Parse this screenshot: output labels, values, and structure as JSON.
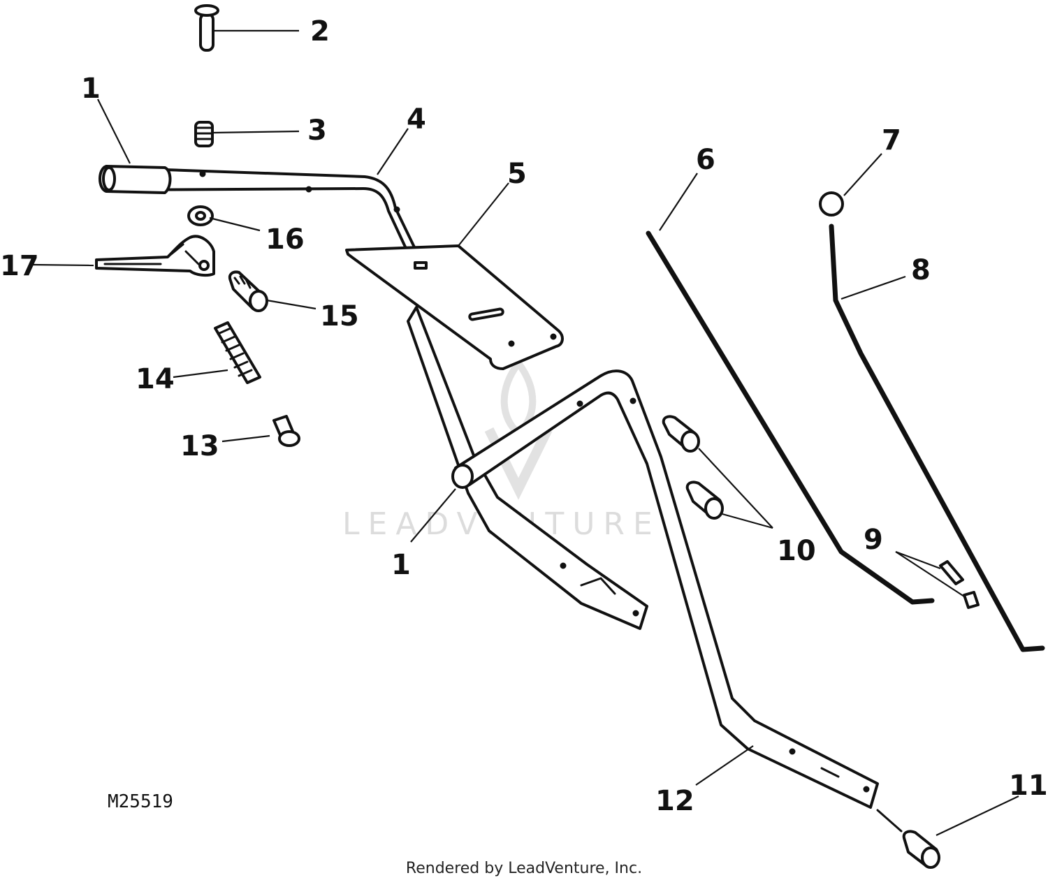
{
  "diagram": {
    "callouts": {
      "c1_top": "1",
      "c1_mid": "1",
      "c2": "2",
      "c3": "3",
      "c4": "4",
      "c5": "5",
      "c6": "6",
      "c7": "7",
      "c8": "8",
      "c9": "9",
      "c10": "10",
      "c11": "11",
      "c12": "12",
      "c13": "13",
      "c14": "14",
      "c15": "15",
      "c16": "16",
      "c17": "17"
    },
    "figure_code": "M25519",
    "watermark": "LEADVENTURE",
    "footer": "Rendered by LeadVenture, Inc."
  }
}
